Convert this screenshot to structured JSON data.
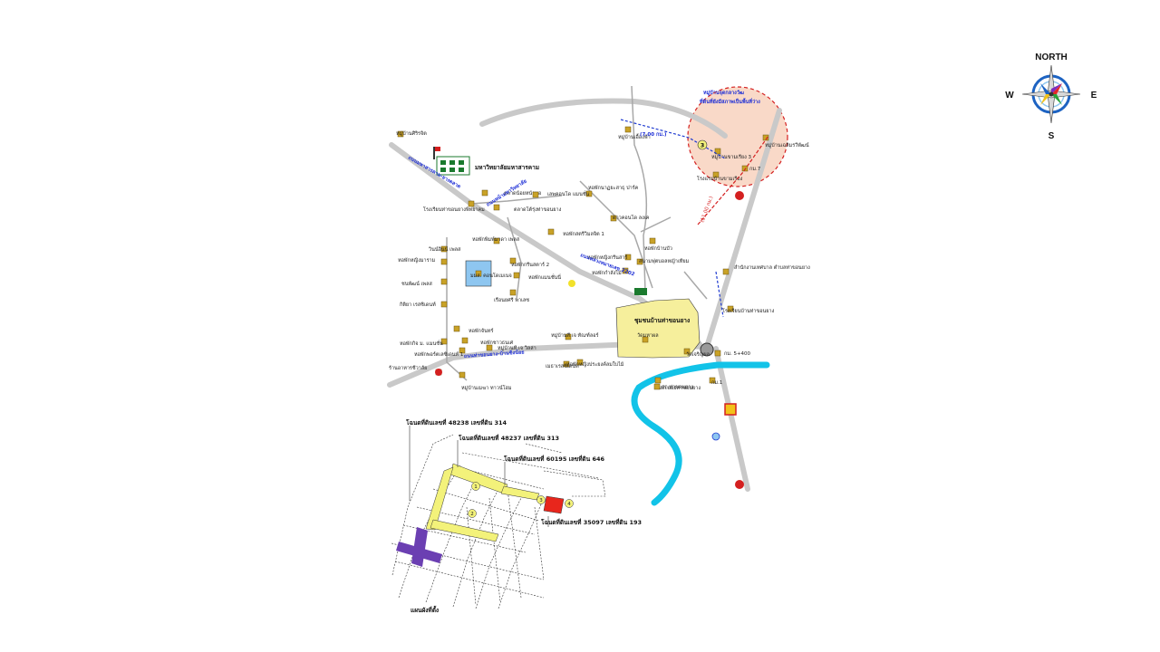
{
  "compass": {
    "north": "NORTH",
    "south": "S",
    "east": "E",
    "west": "W"
  },
  "university": {
    "label": "มหาวิทยาลัยมหาสารคาม"
  },
  "places": [
    {
      "id": "p1",
      "label": "หมู่บ้านศิริรจิต"
    },
    {
      "id": "p2",
      "label": "โรงเรียนท่าขอนยางพิทยาคม"
    },
    {
      "id": "p3",
      "label": "ตลาดน้อยหน้ามอ"
    },
    {
      "id": "p4",
      "label": "ตลาดโต้รุ่งท่าขอนยาง"
    },
    {
      "id": "p5",
      "label": "หอพักสตรีวิมลจิต 1"
    },
    {
      "id": "p6",
      "label": "หอพักพิมพ์มาดา เพลส"
    },
    {
      "id": "p7",
      "label": "วินน์อินน์ เพลส"
    },
    {
      "id": "p8",
      "label": "หอพักหญิงมาราม"
    },
    {
      "id": "p9",
      "label": "หอพักกรีนสตาร์ 2"
    },
    {
      "id": "p10",
      "label": "มมส. คอนโดเมเนจ"
    },
    {
      "id": "p11",
      "label": "ชนพัฒน์ เพลส"
    },
    {
      "id": "p12",
      "label": "หอพักแมนชั่นนี่"
    },
    {
      "id": "p13",
      "label": "เรือนยศรี พาเลซ"
    },
    {
      "id": "p14",
      "label": "กิติยา เรสซิเดนท์"
    },
    {
      "id": "p15",
      "label": "หอพักจันทร์"
    },
    {
      "id": "p16",
      "label": "หอพักกิจ ม. แมนชั่น"
    },
    {
      "id": "p17",
      "label": "หอพักชาวธนเศ"
    },
    {
      "id": "p18",
      "label": "หอพักพอร์ตเลซิเดนท์ 1"
    },
    {
      "id": "p19",
      "label": "หมู่บ้านที.เจ วิลล่า"
    },
    {
      "id": "p20",
      "label": "ร้านอาหารชีวาลัย"
    },
    {
      "id": "p21",
      "label": "หมู่บ้านเมฆา ทาวน์โฮม"
    },
    {
      "id": "p22",
      "label": "หมู่บ้านเอื้องฟ้า"
    },
    {
      "id": "p23",
      "label": "หอพักนาฏยะสาธุ ปาร์ค"
    },
    {
      "id": "p24",
      "label": "เลพคอนโด แมนชั่น"
    },
    {
      "id": "p25",
      "label": "ดาวคอนโด ลงเค"
    },
    {
      "id": "p26",
      "label": "หอพักบ้านบัว"
    },
    {
      "id": "p27",
      "label": "หอพักหญิงกรีนสาร์"
    },
    {
      "id": "p28",
      "label": "หอพักกำลังไม้"
    },
    {
      "id": "p29",
      "label": "สนามฟุตบอลหญ้าเทียม"
    },
    {
      "id": "p30",
      "label": "หมู่บ้านสี.เจ ทัณฑ์ลอร์"
    },
    {
      "id": "p31",
      "label": "เมธาเรสซิเดนท์"
    },
    {
      "id": "p32",
      "label": "หอพักหญิงประยงค์ลมใบไม้"
    },
    {
      "id": "p33",
      "label": "วัดมหาผล"
    },
    {
      "id": "p34",
      "label": "วัดเจริญผล"
    },
    {
      "id": "p35",
      "label": "สถ.ท่าขอนยาง"
    },
    {
      "id": "p36",
      "label": "สำนักงานเทศบาล ตำบลท่าขอนยาง"
    },
    {
      "id": "p37",
      "label": "โรงเรียนบ้านท่าขอนยาง"
    },
    {
      "id": "p38",
      "label": "สภ.ย่อยท่าขอนยาง"
    },
    {
      "id": "p39",
      "label": "ชุมชนบ้านท่าขอนยาง"
    },
    {
      "id": "p40",
      "label": "หมู่บ้านขามเรียง 3"
    },
    {
      "id": "p41",
      "label": "โรงแรมบ้านขามเรียง"
    },
    {
      "id": "p42",
      "label": "หมู่บ้านเฉลิมรวีพัฒน์"
    },
    {
      "id": "p43",
      "label": "กม. 5+400"
    },
    {
      "id": "p44",
      "label": "กม.7"
    },
    {
      "id": "p45",
      "label": "กม.1"
    }
  ],
  "roads": [
    {
      "id": "r1",
      "label": "ถนนมหาสารคาม-ยางตลาด"
    },
    {
      "id": "r2",
      "label": "ถนนหน้ามหาวิทยาลัย"
    },
    {
      "id": "r3",
      "label": "ถนนหลวงหมายเลข 2202"
    },
    {
      "id": "r4",
      "label": "ถนนท่าขอนยาง-บ้านขิงน้อย"
    }
  ],
  "callouts": [
    {
      "id": "c1",
      "label": "หมู่บ้านจุดกลางวัฒ"
    },
    {
      "id": "c2",
      "label": "ที่ดินที่ยังมีสภาพเป็นพื้นที่ว่าง"
    },
    {
      "id": "c3",
      "label": "(7.00 กม.)"
    },
    {
      "id": "c4",
      "label": "(11.00 กม.)"
    }
  ],
  "plots": [
    {
      "id": "t1",
      "label": "โฉนดที่ดินเลขที่ 48238 เลขที่ดิน 314"
    },
    {
      "id": "t2",
      "label": "โฉนดที่ดินเลขที่ 48237 เลขที่ดิน 313"
    },
    {
      "id": "t3",
      "label": "โฉนดที่ดินเลขที่ 60195 เลขที่ดิน 646"
    },
    {
      "id": "t4",
      "label": "โฉนดที่ดินเลขที่ 35097 เลขที่ดิน 193"
    }
  ],
  "markers": [
    "1",
    "2",
    "3",
    "4"
  ],
  "inset_caption": "แผนผังที่ตั้ง",
  "colors": {
    "road": "#c9c9c9",
    "river": "#12c3e8",
    "community": "#f6ef9c",
    "condo": "#8ec6f0",
    "highlight_circle": "#f9d9c8",
    "plot_red": "#e8261c",
    "plot_yellow": "#f3f27a",
    "plot_purple": "#6b3fb2",
    "route_blue": "#1f3bd1",
    "route_red": "#d42020"
  }
}
